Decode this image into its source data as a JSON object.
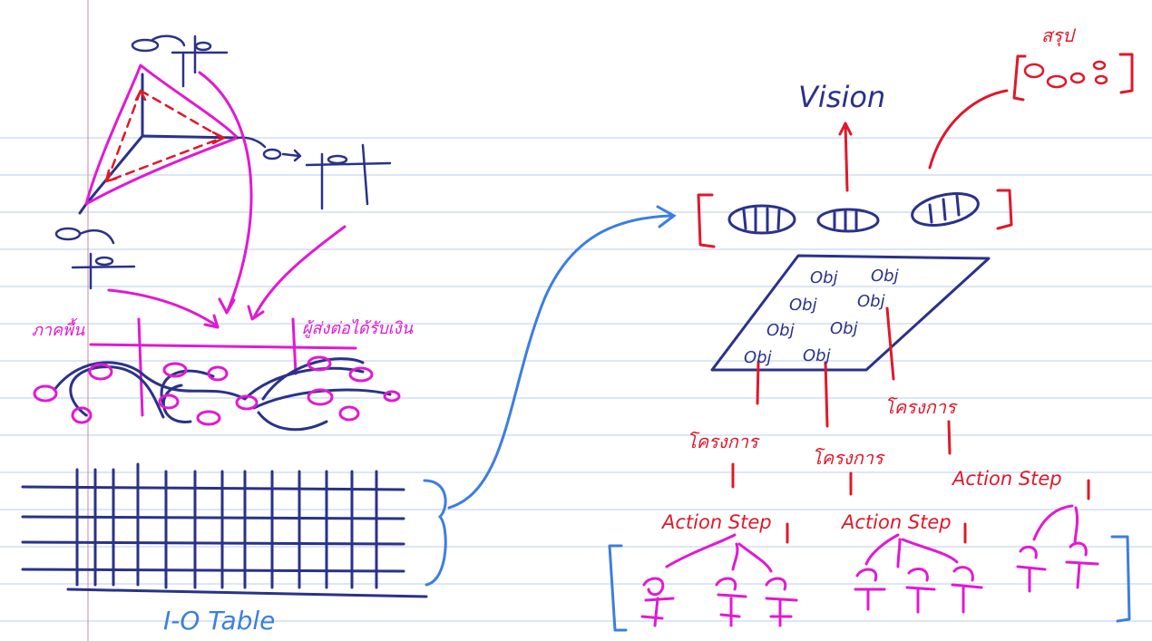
{
  "labels": {
    "vision": "Vision",
    "io_table": "I-O Table",
    "thai_top_right": "สรุป",
    "thai_left_1": "ภาคพื้น",
    "thai_left_2": "ผู้ส่งต่อได้รับเงิน",
    "program_1": "โครงการ",
    "program_2": "โครงการ",
    "program_3": "โครงการ",
    "action_step_1": "Action Step",
    "action_step_2": "Action Step",
    "action_step_3": "Action Step",
    "obj": "Obj"
  },
  "colors": {
    "paper": "#ffffff",
    "rule_line": "#b9cdee",
    "margin_line": "#c98aa0",
    "ink_navy": "#2a3288",
    "ink_magenta": "#e01ad2",
    "ink_red": "#e0182a",
    "ink_blue": "#3c7ee0"
  }
}
